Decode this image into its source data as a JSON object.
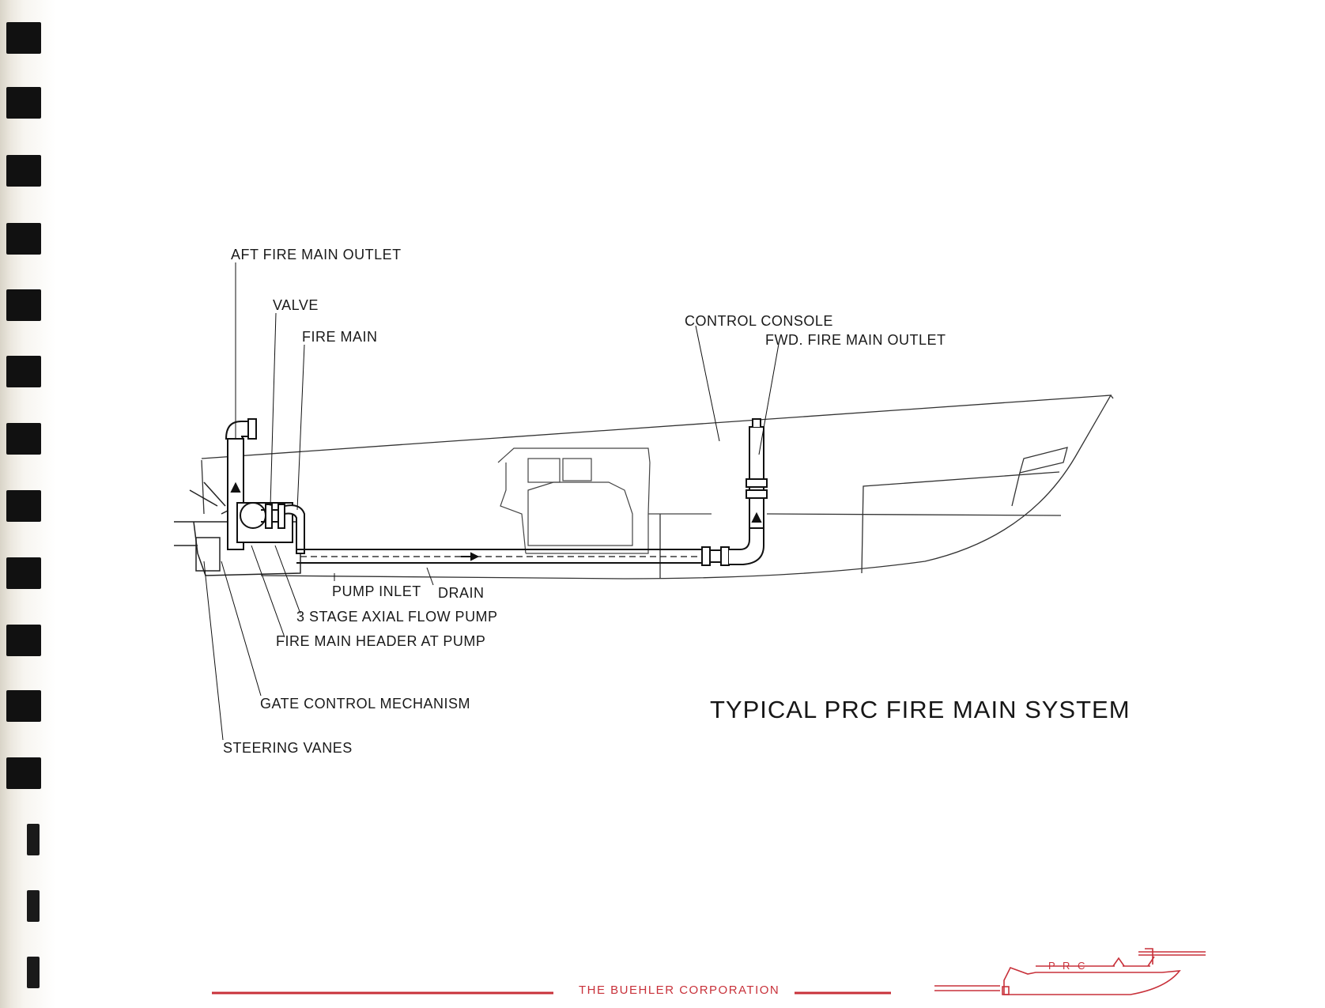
{
  "labels": {
    "aft_outlet": "AFT FIRE MAIN OUTLET",
    "valve": "VALVE",
    "fire_main": "FIRE MAIN",
    "control_console": "CONTROL CONSOLE",
    "fwd_outlet": "FWD. FIRE MAIN OUTLET",
    "pump_inlet": "PUMP INLET",
    "drain": "DRAIN",
    "axial_pump": "3 STAGE AXIAL FLOW PUMP",
    "header_at_pump": "FIRE MAIN HEADER AT PUMP",
    "gate_control": "GATE CONTROL MECHANISM",
    "steering_vanes": "STEERING VANES"
  },
  "title": "TYPICAL PRC FIRE MAIN SYSTEM",
  "footer": {
    "company": "THE    BUEHLER    CORPORATION",
    "logo_text": "P R C"
  },
  "colors": {
    "footer_accent": "#c8313a",
    "ink": "#1a1a1a"
  }
}
